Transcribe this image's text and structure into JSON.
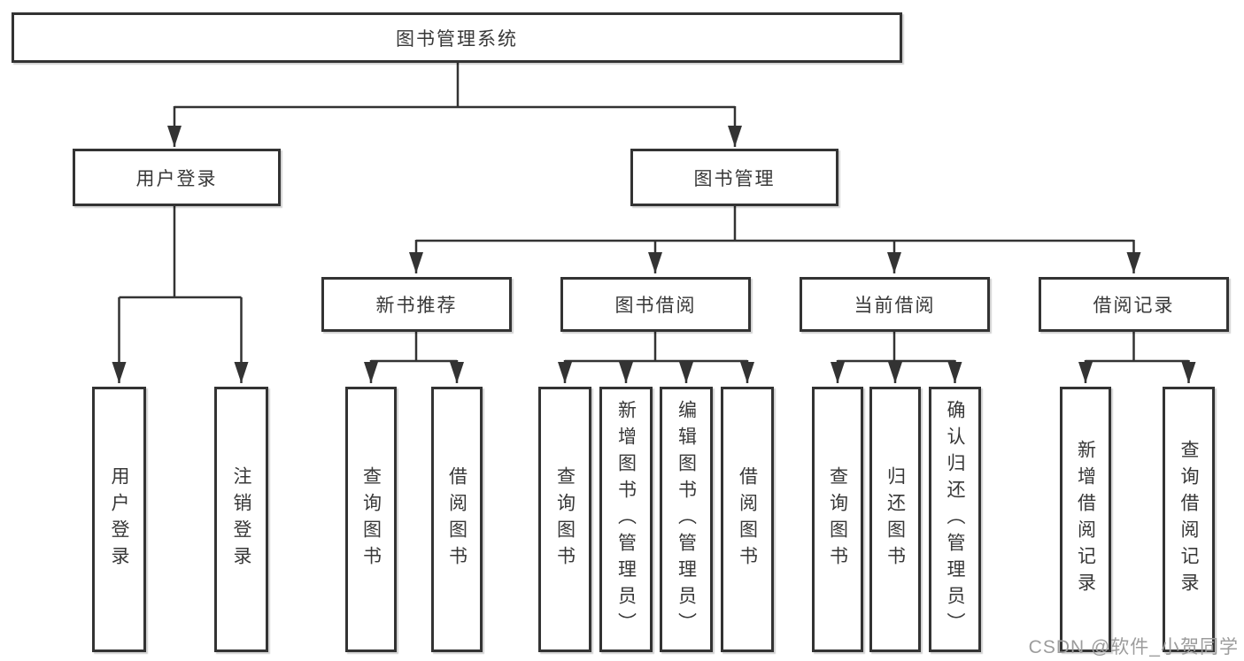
{
  "diagram": {
    "root": "图书管理系统",
    "login": {
      "label": "用户登录",
      "children": [
        "用户登录",
        "注销登录"
      ]
    },
    "mgmt": {
      "label": "图书管理",
      "groups": [
        {
          "label": "新书推荐",
          "children": [
            "查询图书",
            "借阅图书"
          ]
        },
        {
          "label": "图书借阅",
          "children": [
            "查询图书",
            "新增图书（管理员）",
            "编辑图书（管理员）",
            "借阅图书"
          ]
        },
        {
          "label": "当前借阅",
          "children": [
            "查询图书",
            "归还图书",
            "确认归还（管理员）"
          ]
        },
        {
          "label": "借阅记录",
          "children": [
            "新增借阅记录",
            "查询借阅记录"
          ]
        }
      ]
    }
  },
  "colors": {
    "line": "#333333",
    "text": "#383838",
    "watermark": "#9c9c9c"
  },
  "watermark": "CSDN @软件_小贺同学"
}
